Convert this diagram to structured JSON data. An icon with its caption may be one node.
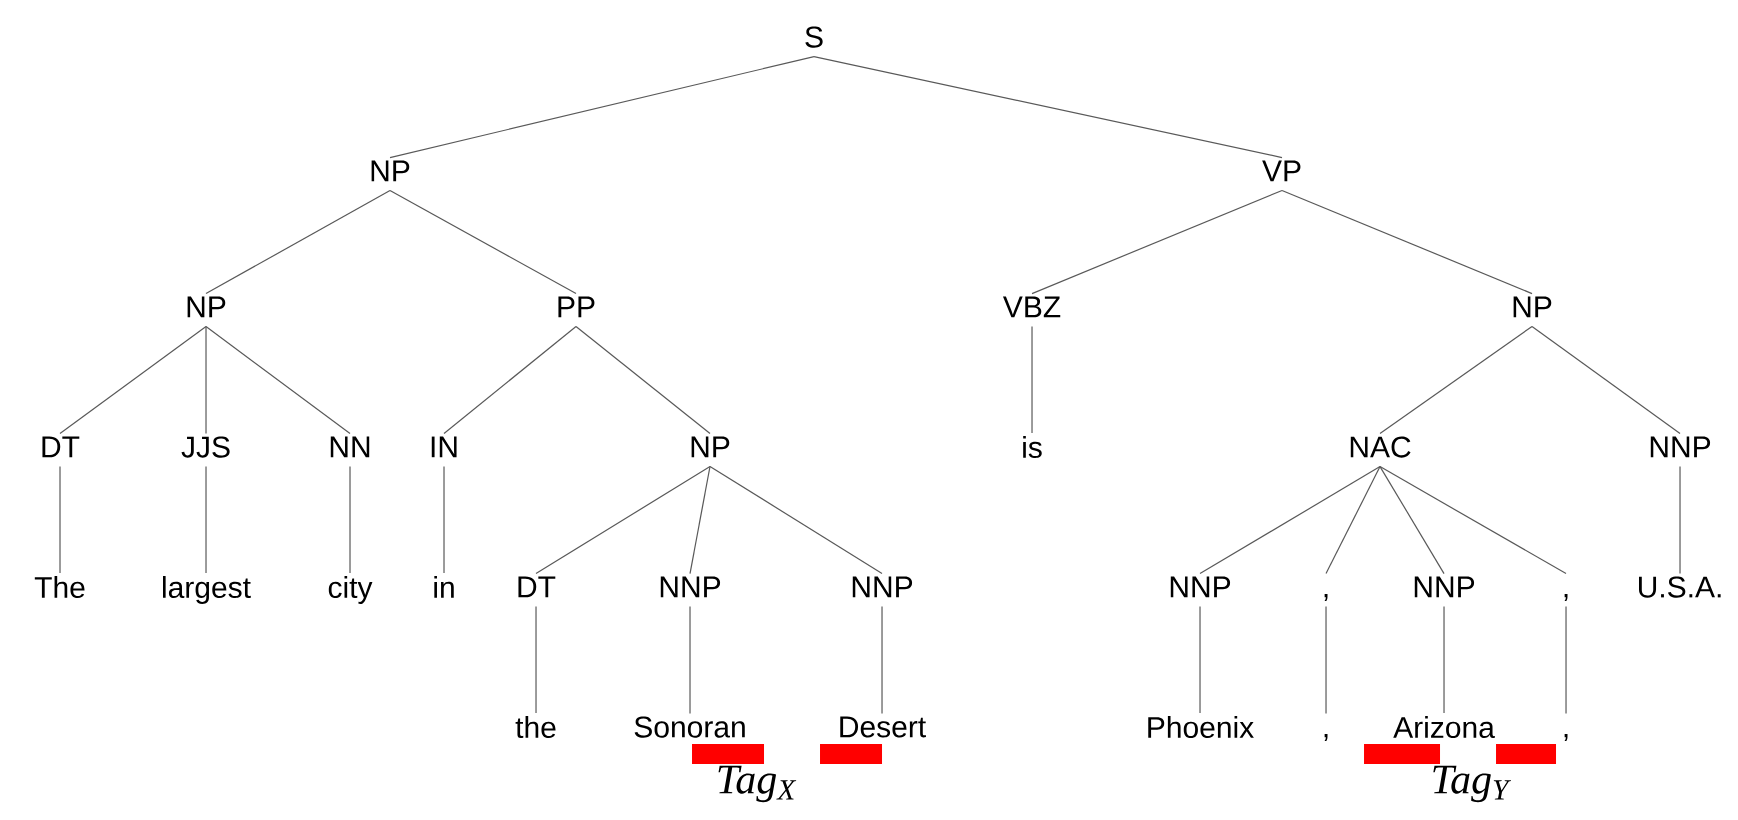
{
  "diagram": {
    "nodes": [
      {
        "text": [
          "S"
        ]
      },
      {
        "text": [
          "NP"
        ]
      },
      {
        "text": [
          "VP"
        ]
      },
      {
        "text": [
          "NP"
        ]
      },
      {
        "text": [
          "PP"
        ]
      },
      {
        "text": [
          "VBZ"
        ]
      },
      {
        "text": [
          "NP"
        ]
      },
      {
        "text": [
          "DT"
        ]
      },
      {
        "text": [
          "JJS"
        ]
      },
      {
        "text": [
          "NN"
        ]
      },
      {
        "text": [
          "IN"
        ]
      },
      {
        "text": [
          "NP"
        ]
      },
      {
        "text": [
          "is"
        ]
      },
      {
        "text": [
          "NAC"
        ]
      },
      {
        "text": [
          "NNP"
        ]
      },
      {
        "text": [
          "The"
        ]
      },
      {
        "text": [
          "largest"
        ]
      },
      {
        "text": [
          "city"
        ]
      },
      {
        "text": [
          "in"
        ]
      },
      {
        "text": [
          "DT"
        ]
      },
      {
        "text": [
          "NNP"
        ]
      },
      {
        "text": [
          "NNP"
        ]
      },
      {
        "text": [
          "NNP"
        ]
      },
      {
        "text": [
          ","
        ]
      },
      {
        "text": [
          "NNP"
        ]
      },
      {
        "text": [
          ","
        ]
      },
      {
        "text": [
          "U.S.A."
        ]
      },
      {
        "text": [
          "the"
        ]
      },
      {
        "text": [
          "Sonoran"
        ]
      },
      {
        "text": [
          "Desert"
        ]
      },
      {
        "text": [
          "Phoenix"
        ]
      },
      {
        "text": [
          ","
        ]
      },
      {
        "text": [
          "Arizona"
        ]
      },
      {
        "text": [
          ","
        ]
      }
    ],
    "edges": [
      {
        "from": 0,
        "to": 1,
        "arrow": "none"
      },
      {
        "from": 0,
        "to": 2,
        "arrow": "none"
      },
      {
        "from": 1,
        "to": 3,
        "arrow": "none"
      },
      {
        "from": 1,
        "to": 4,
        "arrow": "none"
      },
      {
        "from": 2,
        "to": 5,
        "arrow": "none"
      },
      {
        "from": 2,
        "to": 6,
        "arrow": "none"
      },
      {
        "from": 3,
        "to": 7,
        "arrow": "none"
      },
      {
        "from": 3,
        "to": 8,
        "arrow": "none"
      },
      {
        "from": 3,
        "to": 9,
        "arrow": "none"
      },
      {
        "from": 4,
        "to": 10,
        "arrow": "none"
      },
      {
        "from": 4,
        "to": 11,
        "arrow": "none"
      },
      {
        "from": 5,
        "to": 12,
        "arrow": "none"
      },
      {
        "from": 6,
        "to": 13,
        "arrow": "none"
      },
      {
        "from": 6,
        "to": 14,
        "arrow": "none"
      },
      {
        "from": 7,
        "to": 15,
        "arrow": "none"
      },
      {
        "from": 8,
        "to": 16,
        "arrow": "none"
      },
      {
        "from": 9,
        "to": 17,
        "arrow": "none"
      },
      {
        "from": 10,
        "to": 18,
        "arrow": "none"
      },
      {
        "from": 11,
        "to": 19,
        "arrow": "none"
      },
      {
        "from": 11,
        "to": 20,
        "arrow": "none"
      },
      {
        "from": 11,
        "to": 21,
        "arrow": "none"
      },
      {
        "from": 13,
        "to": 22,
        "arrow": "none"
      },
      {
        "from": 13,
        "to": 23,
        "arrow": "none"
      },
      {
        "from": 13,
        "to": 24,
        "arrow": "none"
      },
      {
        "from": 13,
        "to": 25,
        "arrow": "none"
      },
      {
        "from": 14,
        "to": 26,
        "arrow": "none"
      },
      {
        "from": 19,
        "to": 27,
        "arrow": "none"
      },
      {
        "from": 20,
        "to": 28,
        "arrow": "none"
      },
      {
        "from": 21,
        "to": 29,
        "arrow": "none"
      },
      {
        "from": 22,
        "to": 30,
        "arrow": "none"
      },
      {
        "from": 23,
        "to": 31,
        "arrow": "none"
      },
      {
        "from": 24,
        "to": 32,
        "arrow": "none"
      },
      {
        "from": 25,
        "to": 33,
        "arrow": "none"
      }
    ],
    "labels": [
      "Tag$_{X}$",
      "Tag$_{Y}$"
    ]
  }
}
